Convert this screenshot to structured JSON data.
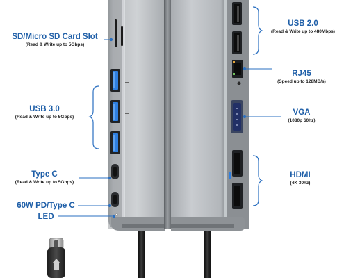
{
  "labels": {
    "sd_slot": {
      "title": "SD/Micro SD Card Slot",
      "sub": "(Read & Write up to 5Gbps)"
    },
    "usb3": {
      "title": "USB 3.0",
      "sub": "(Read & Write up to 5Gbps)"
    },
    "type_c": {
      "title": "Type C",
      "sub": "(Read & Write up to 5Gbps)"
    },
    "pd": {
      "title": "60W PD/Type C"
    },
    "led": {
      "title": "LED"
    },
    "usb2": {
      "title": "USB 2.0",
      "sub": "(Read & Write up to 480Mbps)"
    },
    "rj45": {
      "title": "RJ45",
      "sub": "(Speed up to 128MB/s)"
    },
    "vga": {
      "title": "VGA",
      "sub": "(1080p 60hz)"
    },
    "hdmi": {
      "title": "HDMI",
      "sub": "(4K 30hz)"
    }
  },
  "colors": {
    "label_blue": "#1f5fa8",
    "bracket_blue": "#2a6fc0",
    "housing_light": "#c7cacd",
    "housing_dark": "#7d8185",
    "usb3_port": "#2f7fe0"
  }
}
